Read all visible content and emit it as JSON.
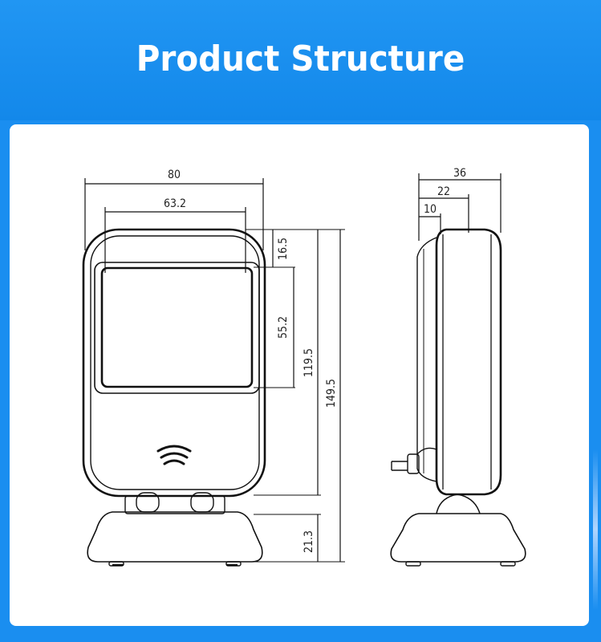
{
  "header": {
    "title": "Product Structure"
  },
  "front_view": {
    "dims": {
      "overall_width": "80",
      "window_width": "63.2",
      "top_margin": "16.5",
      "window_height": "55.2",
      "head_height": "119.5",
      "total_height": "149.5",
      "base_height": "21.3"
    },
    "icon": "nfc-wave-icon"
  },
  "side_view": {
    "dims": {
      "depth": "36",
      "inner_depth": "22",
      "lip_depth": "10"
    }
  },
  "colors": {
    "banner": "#1a8ef0",
    "panel": "#ffffff",
    "line": "#111111"
  }
}
